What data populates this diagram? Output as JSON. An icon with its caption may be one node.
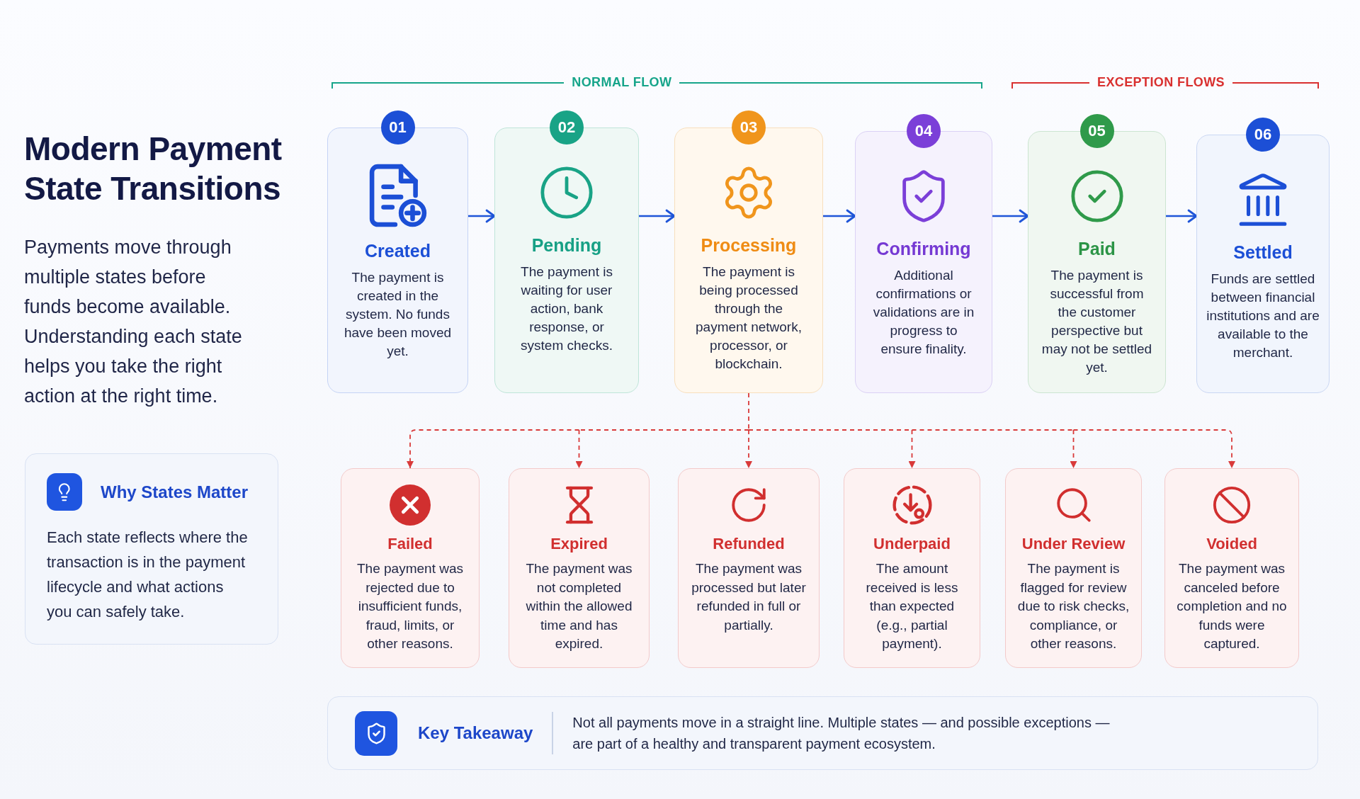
{
  "diagram": {
    "title": "Modern Payment State Transitions",
    "nodes": [
      {
        "text": [
          "Why States Matter",
          "Each state reflects where the transaction is in the payment lifecycle and what actions you can safely take."
        ]
      },
      {
        "text": [
          "01",
          "Created",
          "The payment is created in the system. No funds have been moved yet."
        ]
      },
      {
        "text": [
          "02",
          "Pending",
          "The payment is waiting for user action, bank response, or system checks."
        ]
      },
      {
        "text": [
          "03",
          "Processing",
          "The payment is being processed through the payment network, processor, or blockchain."
        ]
      },
      {
        "text": [
          "04",
          "Confirming",
          "Additional confirmations or validations are in progress to ensure finality."
        ]
      },
      {
        "text": [
          "05",
          "Paid",
          "The payment is successful from the customer perspective but may not be settled yet."
        ]
      },
      {
        "text": [
          "06",
          "Settled",
          "Funds are settled between financial institutions and are available to the merchant."
        ]
      },
      {
        "text": [
          "Failed",
          "The payment was rejected due to insufficient funds, fraud, limits, or other reasons."
        ]
      },
      {
        "text": [
          "Expired",
          "The payment was not completed within the allowed time and has expired."
        ]
      },
      {
        "text": [
          "Refunded",
          "The payment was processed but later refunded in full or partially."
        ]
      },
      {
        "text": [
          "Underpaid",
          "The amount received is less than expected (e.g., partial payment)."
        ]
      },
      {
        "text": [
          "Under Review",
          "The payment is flagged for review due to risk checks, compliance, or other reasons."
        ]
      },
      {
        "text": [
          "Voided",
          "The payment was canceled before completion and no funds were captured."
        ]
      },
      {
        "text": [
          "Key Takeaway",
          "Not all payments move in a straight line. Multiple states — and possible exceptions — are part of a healthy and transparent payment ecosystem."
        ]
      }
    ],
    "edges": [
      {
        "from": 1,
        "to": 2,
        "arrow": "to",
        "color": "#1f55d8"
      },
      {
        "from": 2,
        "to": 3,
        "arrow": "to",
        "color": "#1f55d8"
      },
      {
        "from": 3,
        "to": 4,
        "arrow": "to",
        "color": "#1f55d8"
      },
      {
        "from": 4,
        "to": 5,
        "arrow": "to",
        "color": "#1f55d8"
      },
      {
        "from": 5,
        "to": 6,
        "arrow": "to",
        "color": "#1f55d8"
      },
      {
        "from": 3,
        "to": 7,
        "arrow": "to",
        "style": "dashed",
        "color": "#d93a3a"
      },
      {
        "from": 3,
        "to": 8,
        "arrow": "to",
        "style": "dashed",
        "color": "#d93a3a"
      },
      {
        "from": 3,
        "to": 9,
        "arrow": "to",
        "style": "dashed",
        "color": "#d93a3a"
      },
      {
        "from": 3,
        "to": 10,
        "arrow": "to",
        "style": "dashed",
        "color": "#d93a3a"
      },
      {
        "from": 3,
        "to": 11,
        "arrow": "to",
        "style": "dashed",
        "color": "#d93a3a"
      },
      {
        "from": 3,
        "to": 12,
        "arrow": "to",
        "style": "dashed",
        "color": "#d93a3a"
      }
    ],
    "labels": [
      "Payments move through multiple states before funds become available. Understanding each state helps you take the right action at the right time.",
      "NORMAL FLOW",
      "EXCEPTION FLOWS"
    ]
  }
}
